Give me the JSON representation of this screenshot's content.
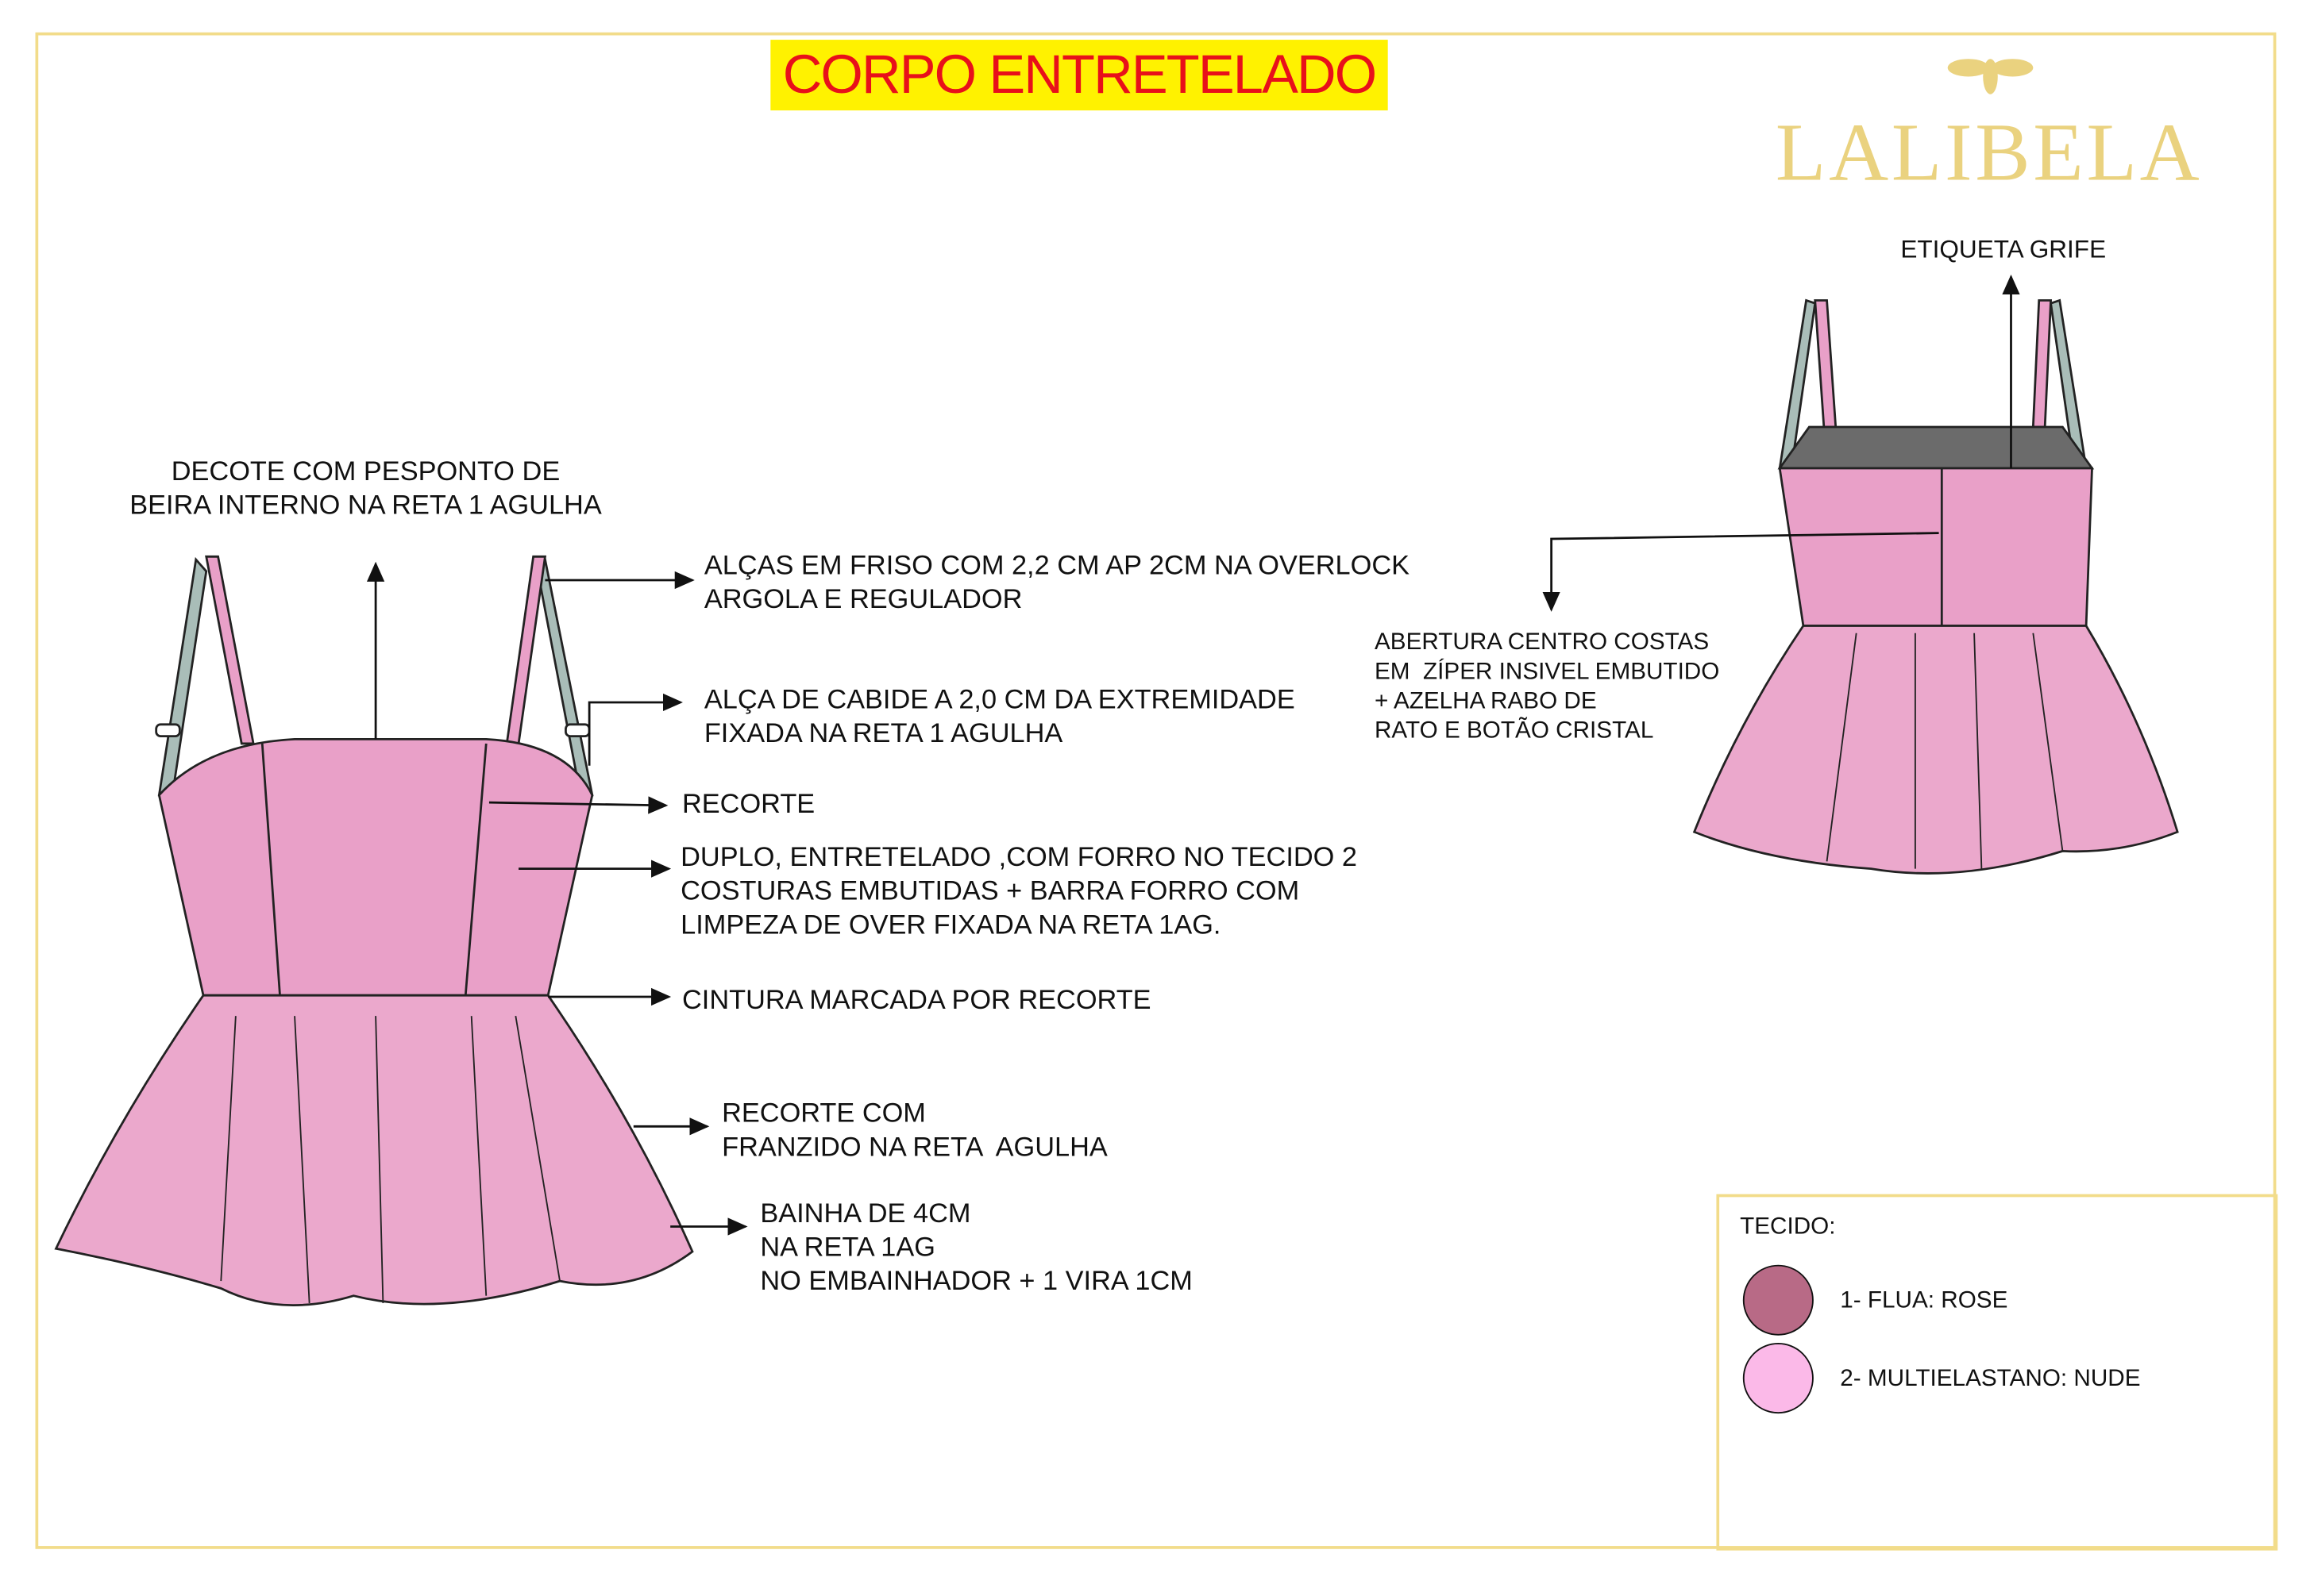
{
  "title": "CORPO ENTRETELADO",
  "brand": {
    "name": "LALIBELA",
    "logo_icon": "bee-icon",
    "color": "#ead27f"
  },
  "front_notes": {
    "decote": "DECOTE COM PESPONTO DE\nBEIRA INTERNO NA RETA 1 AGULHA",
    "alcas": "ALÇAS EM FRISO COM 2,2 CM AP 2CM NA OVERLOCK\nARGOLA E REGULADOR",
    "alca_cabide": "ALÇA DE CABIDE A 2,0 CM DA EXTREMIDADE\nFIXADA NA RETA 1 AGULHA",
    "recorte": "RECORTE",
    "duplo": "DUPLO, ENTRETELADO ,COM FORRO NO TECIDO 2\nCOSTURAS EMBUTIDAS + BARRA FORRO COM\nLIMPEZA DE OVER FIXADA NA RETA 1AG.",
    "cintura": "CINTURA MARCADA POR RECORTE",
    "recorte_franzido": "RECORTE COM\nFRANZIDO NA RETA  AGULHA",
    "bainha": "BAINHA DE 4CM\nNA RETA 1AG\nNO EMBAINHADOR + 1 VIRA 1CM"
  },
  "back_notes": {
    "etiqueta": "ETIQUETA GRIFE",
    "abertura": "ABERTURA CENTRO COSTAS\nEM  ZÍPER INSIVEL EMBUTIDO\n+ AZELHA RABO DE\nRATO E BOTÃO CRISTAL"
  },
  "tecido": {
    "heading": "TECIDO:",
    "items": [
      {
        "label": "1- FLUA:  ROSE",
        "color": "#b86a86"
      },
      {
        "label": "2- MULTIELASTANO: NUDE",
        "color": "#fbb9e8"
      }
    ]
  },
  "colors": {
    "garment": "#e9a0c8",
    "strap": "#a9bdb8",
    "lining": "#6b6b6b",
    "frame": "#f2dc8a"
  }
}
